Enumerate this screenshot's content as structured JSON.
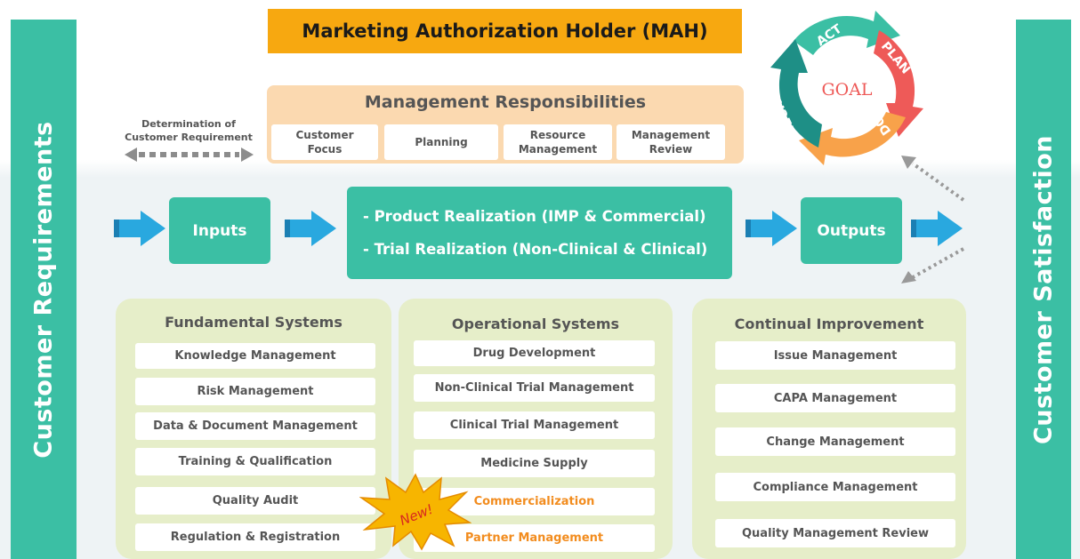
{
  "customer_requirements": "Customer Requirements",
  "customer_satisfaction": "Customer Satisfaction",
  "mah_title": "Marketing Authorization Holder (MAH)",
  "management": {
    "title": "Management Responsibilities",
    "items": [
      {
        "line1": "Customer",
        "line2": "Focus"
      },
      {
        "line1": "Planning",
        "line2": ""
      },
      {
        "line1": "Resource",
        "line2": "Management"
      },
      {
        "line1": "Management",
        "line2": "Review"
      }
    ]
  },
  "determination": {
    "line1": "Determination of",
    "line2": "Customer Requirement"
  },
  "inputs": "Inputs",
  "outputs": "Outputs",
  "realization": [
    "- Product Realization (IMP & Commercial)",
    "- Trial Realization (Non-Clinical & Clinical)"
  ],
  "pdca": {
    "goal": "GOAL",
    "act": "ACT",
    "plan": "PLAN",
    "do": "DO",
    "check": "CHECK",
    "colors": {
      "act": "#3bbfa4",
      "plan": "#ee5a58",
      "do": "#f8a24a",
      "check": "#1e8f86",
      "goal": "#ee5a58"
    }
  },
  "fundamental": {
    "title": "Fundamental Systems",
    "items": [
      "Knowledge Management",
      "Risk Management",
      "Data & Document Management",
      "Training & Qualification",
      "Quality Audit",
      "Regulation & Registration"
    ]
  },
  "operational": {
    "title": "Operational Systems",
    "items": [
      "Drug Development",
      "Non-Clinical Trial Management",
      "Clinical Trial Management",
      "Medicine Supply",
      "Commercialization",
      "Partner Management"
    ]
  },
  "continual": {
    "title": "Continual Improvement",
    "items": [
      "Issue Management",
      "CAPA Management",
      "Change Management",
      "Compliance Management",
      "Quality Management Review"
    ]
  },
  "new_badge": "New!",
  "colors": {
    "teal": "#3bbfa4",
    "orange": "#f7a810",
    "peach": "#fbd9b0",
    "olive": "#e6eec9",
    "arrow": "#29a8df",
    "highlight": "#f28c1e"
  }
}
